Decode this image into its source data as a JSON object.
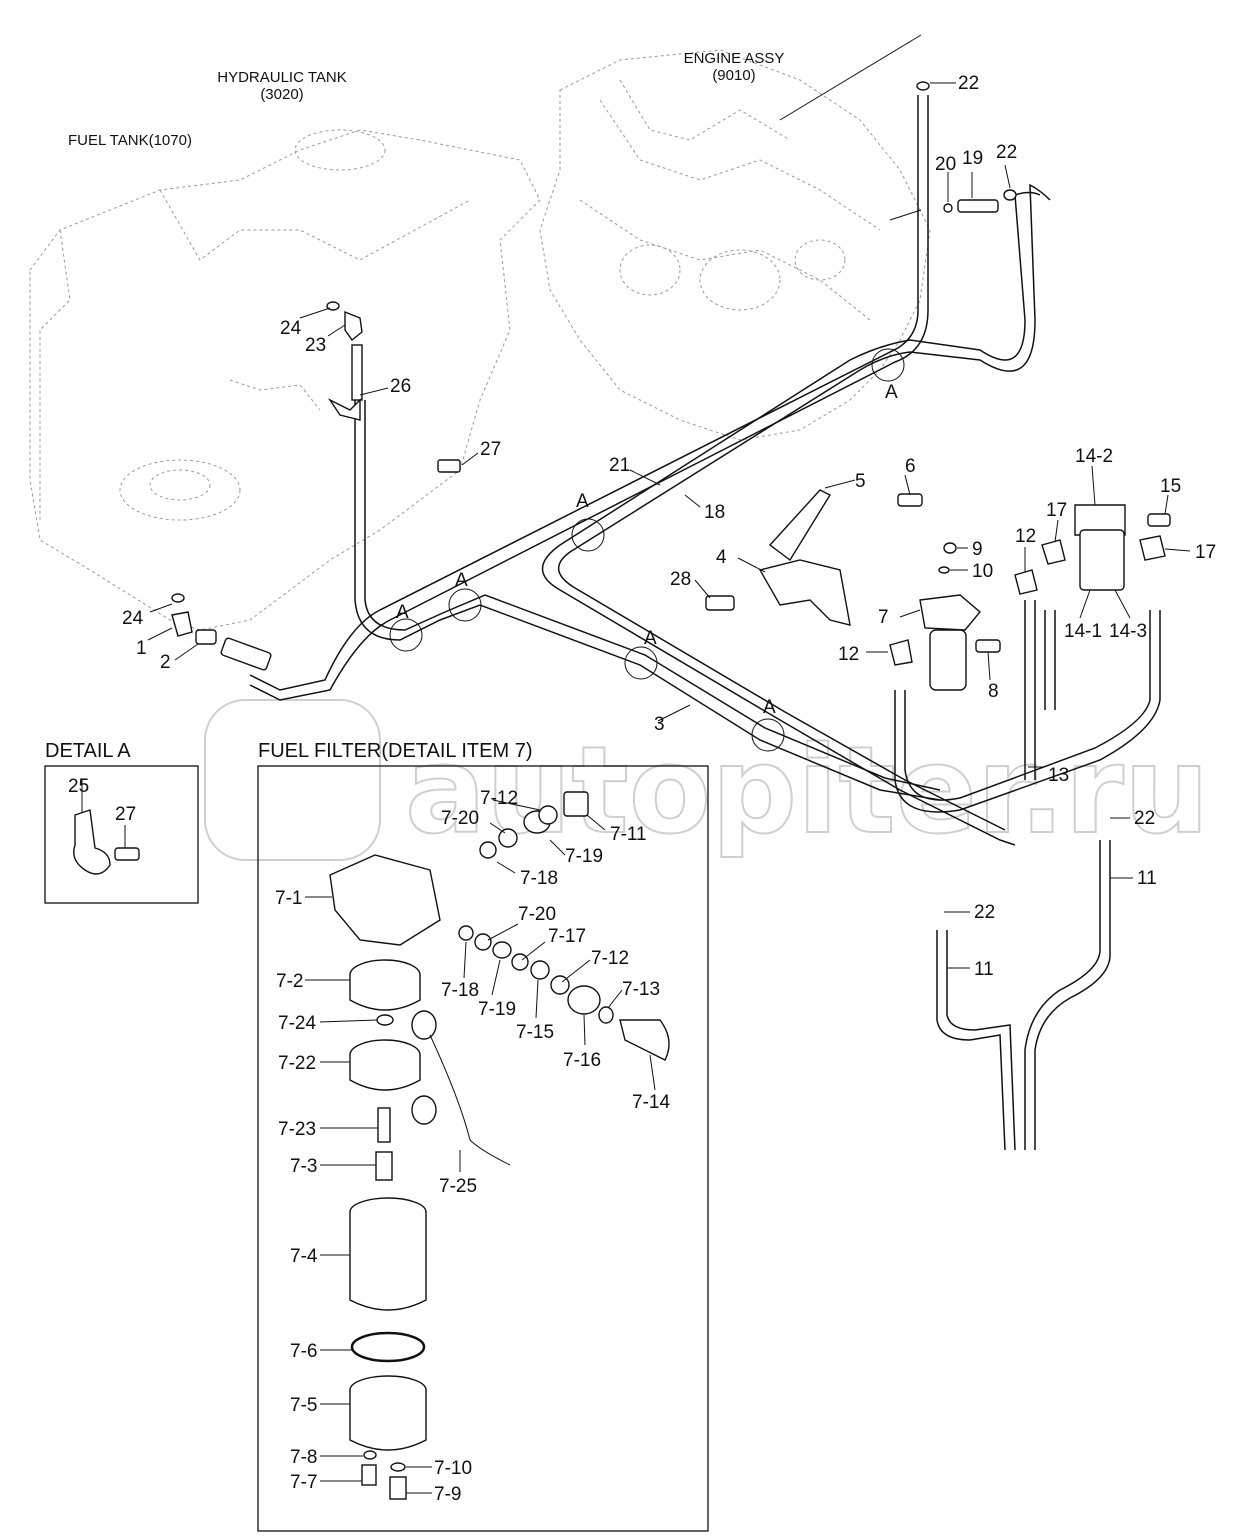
{
  "headers": {
    "engine": "ENGINE ASSY",
    "engine_code": "(9010)",
    "hydraulic": "HYDRAULIC TANK",
    "hydraulic_code": "(3020)",
    "fuel_tank": "FUEL TANK(1070)"
  },
  "sections": {
    "detail_a": "DETAIL  A",
    "fuel_filter": "FUEL FILTER(DETAIL ITEM 7)"
  },
  "watermark": "autopiter.ru",
  "labels": {
    "l22a": "22",
    "l20": "20",
    "l19": "19",
    "l22b": "22",
    "l24a": "24",
    "l23": "23",
    "l26": "26",
    "l27a": "27",
    "lA1": "A",
    "l21": "21",
    "l18": "18",
    "l5": "5",
    "l6": "6",
    "l142": "14-2",
    "l15": "15",
    "l17a": "17",
    "l17b": "17",
    "l12a": "12",
    "l9": "9",
    "l10": "10",
    "l4": "4",
    "l28": "28",
    "l7": "7",
    "l12b": "12",
    "l8": "8",
    "l141": "14-1",
    "l143": "14-3",
    "lA2": "A",
    "lA3": "A",
    "lA4": "A",
    "lA5": "A",
    "lA6": "A",
    "l24b": "24",
    "l1": "1",
    "l2": "2",
    "l3": "3",
    "l13": "13",
    "l22c": "22",
    "l11a": "11",
    "l22d": "22",
    "l11b": "11",
    "l25": "25",
    "l27b": "27",
    "f712a": "7-12",
    "f720a": "7-20",
    "f711": "7-11",
    "f719a": "7-19",
    "f718a": "7-18",
    "f71": "7-1",
    "f720b": "7-20",
    "f717": "7-17",
    "f712b": "7-12",
    "f713": "7-13",
    "f72": "7-2",
    "f718b": "7-18",
    "f719b": "7-19",
    "f715": "7-15",
    "f716": "7-16",
    "f714": "7-14",
    "f724": "7-24",
    "f722": "7-22",
    "f723": "7-23",
    "f725": "7-25",
    "f73": "7-3",
    "f74": "7-4",
    "f76": "7-6",
    "f75": "7-5",
    "f78": "7-8",
    "f710": "7-10",
    "f77": "7-7",
    "f79": "7-9"
  }
}
